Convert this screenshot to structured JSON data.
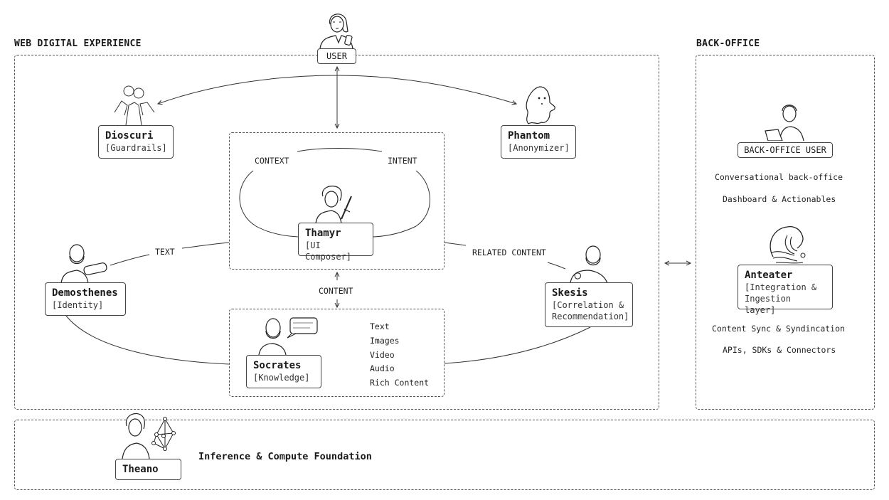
{
  "sections": {
    "web": "WEB DIGITAL EXPERIENCE",
    "backoffice": "BACK-OFFICE",
    "foundation": "Inference & Compute Foundation"
  },
  "user": {
    "label": "USER"
  },
  "nodes": {
    "dioscuri": {
      "name": "Dioscuri",
      "role": "[Guardrails]"
    },
    "phantom": {
      "name": "Phantom",
      "role": "[Anonymizer]"
    },
    "thamyr": {
      "name": "Thamyr",
      "role": "[UI Composer]"
    },
    "demosthenes": {
      "name": "Demosthenes",
      "role": "[Identity]"
    },
    "skesis": {
      "name": "Skesis",
      "role": "[Correlation &\nRecommendation]"
    },
    "socrates": {
      "name": "Socrates",
      "role": "[Knowledge]"
    },
    "anteater": {
      "name": "Anteater",
      "role": "[Integration &\nIngestion layer]"
    },
    "theano": {
      "name": "Theano"
    }
  },
  "flow_labels": {
    "context": "CONTEXT",
    "intent": "INTENT",
    "text": "TEXT",
    "related_content": "RELATED CONTENT",
    "content": "CONTENT"
  },
  "content_types": [
    "Text",
    "Images",
    "Video",
    "Audio",
    "Rich Content"
  ],
  "backoffice": {
    "user_label": "BACK-OFFICE USER",
    "features_top": [
      "Conversational back-office",
      "Dashboard & Actionables"
    ],
    "features_bottom": [
      "Content Sync & Syndincation",
      "APIs, SDKs & Connectors"
    ]
  }
}
